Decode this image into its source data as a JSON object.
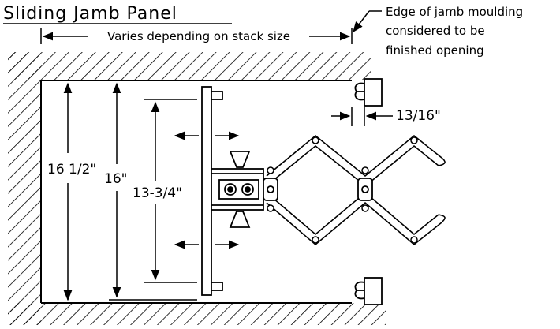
{
  "diagram": {
    "title": "Sliding Jamb Panel",
    "stack_note": "Varies depending on stack size",
    "edge_note": [
      "Edge of jamb moulding",
      "considered to be",
      "finished opening"
    ],
    "dim_outer": "16 1/2\"",
    "dim_mid": "16\"",
    "dim_inner": "13-3/4\"",
    "dim_gap": "13/16\""
  },
  "colors": {
    "ink": "#000000",
    "paper": "#ffffff"
  }
}
